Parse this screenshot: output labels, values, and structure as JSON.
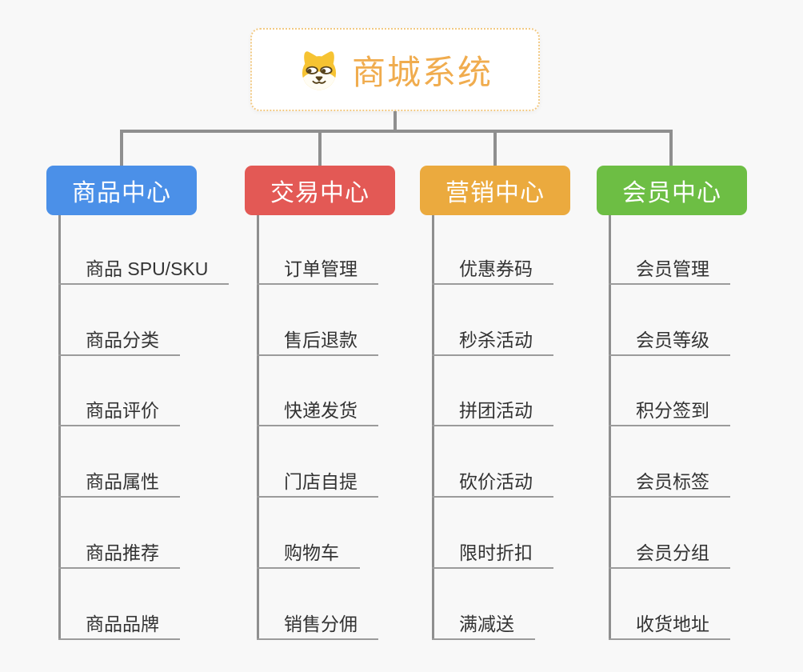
{
  "canvas": {
    "background": "#f8f8f8",
    "connector_color": "#8f8f8f",
    "underline_color": "#9b9b9b",
    "leaf_text_color": "#333333"
  },
  "root": {
    "title": "商城系统",
    "icon": "doge-dog-icon",
    "text_color": "#f0ac4e",
    "border_color": "#f2c983",
    "background": "#ffffff"
  },
  "branches": [
    {
      "label": "商品中心",
      "color": "#4b90e8",
      "items": [
        "商品 SPU/SKU",
        "商品分类",
        "商品评价",
        "商品属性",
        "商品推荐",
        "商品品牌"
      ]
    },
    {
      "label": "交易中心",
      "color": "#e35955",
      "items": [
        "订单管理",
        "售后退款",
        "快递发货",
        "门店自提",
        "购物车",
        "销售分佣"
      ]
    },
    {
      "label": "营销中心",
      "color": "#ebaa3e",
      "items": [
        "优惠券码",
        "秒杀活动",
        "拼团活动",
        "砍价活动",
        "限时折扣",
        "满减送"
      ]
    },
    {
      "label": "会员中心",
      "color": "#6dbe44",
      "items": [
        "会员管理",
        "会员等级",
        "积分签到",
        "会员标签",
        "会员分组",
        "收货地址"
      ]
    }
  ]
}
